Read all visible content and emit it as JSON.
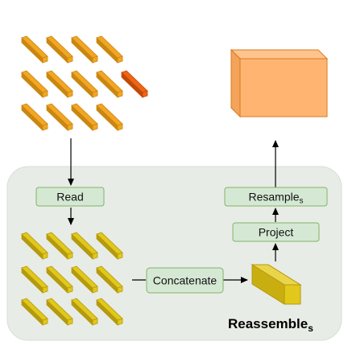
{
  "labels": {
    "read": "Read",
    "concatenate": "Concatenate",
    "project": "Project",
    "resample": "Resample",
    "resample_sub": "s",
    "reassemble": "Reassemble",
    "reassemble_sub": "s"
  },
  "colors": {
    "panel_fill": "#e8ece6",
    "panel_stroke": "#d8ddd6",
    "box_fill": "#d5e8d4",
    "box_stroke": "#82b366",
    "token_orange_face": "#f3a623",
    "token_orange_side": "#c98712",
    "token_yellow_face": "#e1c81a",
    "token_yellow_side": "#b49a10",
    "token_highlight_face": "#f06514",
    "token_highlight_side": "#c04a0a",
    "output_face": "#ffb571",
    "output_stroke": "#d97b1f"
  },
  "input_tokens": {
    "rows": 3,
    "cols": 4,
    "highlighted_extra": 1
  },
  "read_tokens": {
    "rows": 3,
    "cols": 4
  },
  "reassemble_block": "yellow-cuboid",
  "output_block": "orange-cuboid"
}
